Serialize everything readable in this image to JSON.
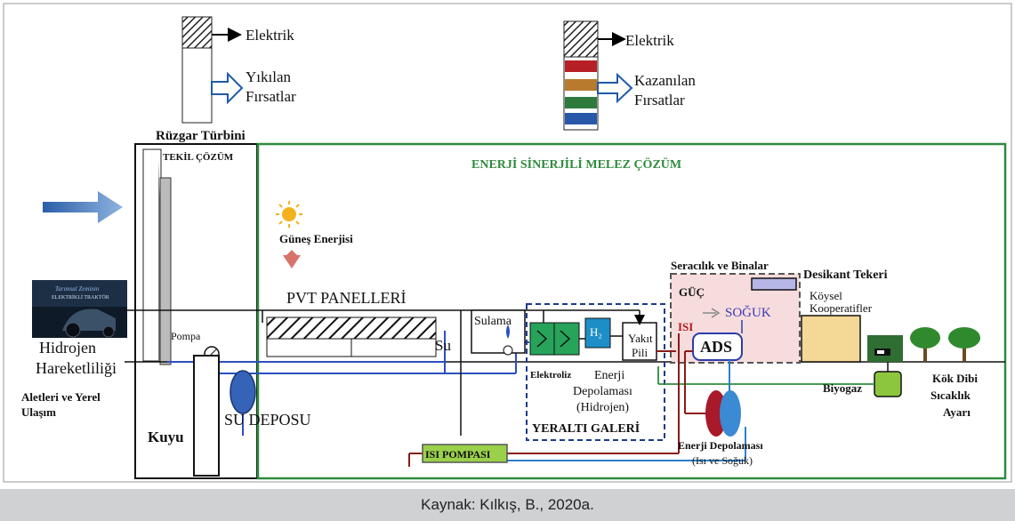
{
  "single": {
    "electric": "Elektrik",
    "lost_opps_1": "Yıkılan",
    "lost_opps_2": "Fırsatlar",
    "wind_turbine": "Rüzgar Türbini",
    "title": "TEKİL ÇÖZÜM"
  },
  "hybrid": {
    "electric": "Elektrik",
    "gained_opps_1": "Kazanılan",
    "gained_opps_2": "Fırsatlar",
    "title": "ENERJİ SİNERJİLİ MELEZ ÇÖZÜM",
    "bar_colors": [
      "#b62024",
      "#b87a2c",
      "#2e7a3c",
      "#2858a8"
    ]
  },
  "labels": {
    "solar": "Güneş Enerjisi",
    "pvt": "PVT PANELLERİ",
    "pump": "Pompa",
    "water": "Su",
    "irrigation": "Sulama",
    "electrolysis": "Elektroliz",
    "h2": "H₂",
    "fuel_cell_1": "Yakıt",
    "fuel_cell_2": "Pili",
    "storage_h_1": "Enerji",
    "storage_h_2": "Depolaması",
    "storage_h_3": "(Hidrojen)",
    "underground": "YERALTI GALERİ",
    "greenhouse": "Seracılık ve Binalar",
    "power": "GÜÇ",
    "heat": "ISI",
    "cold": "SOĞUK",
    "ads": "ADS",
    "desiccant": "Desikant Tekeri",
    "coop_1": "Köysel",
    "coop_2": "Kooperatifler",
    "biogas": "Biyogaz",
    "root_1": "Kök Dibi",
    "root_2": "Sıcaklık",
    "root_3": "Ayarı",
    "storage_hc_1": "Enerji Depolaması",
    "storage_hc_2": "(Isı ve Soğuk)",
    "heat_pump": "ISI POMPASI",
    "well": "Kuyu",
    "water_tank": "SU DEPOSU",
    "hydrogen_mobility_1": "Hidrojen",
    "hydrogen_mobility_2": "Hareketliliği",
    "tools_1": "Aletleri ve Yerel",
    "tools_2": "Ulaşım",
    "tractor_text_1": "Tarımsal Zeminin",
    "tractor_text_2": "ELEKTRİKLİ TRAKTÖR"
  },
  "caption": "Kaynak: Kılkış, B., 2020a."
}
